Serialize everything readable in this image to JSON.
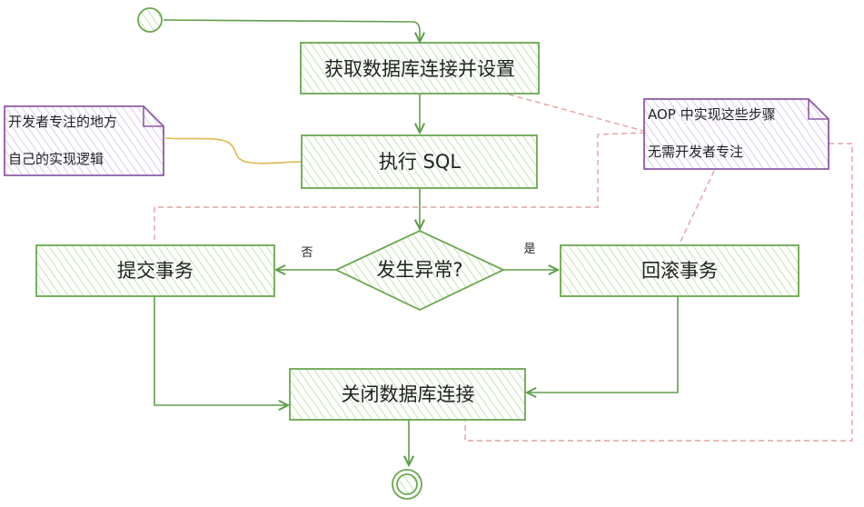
{
  "nodes": {
    "get_connection": "获取数据库连接并设置",
    "execute_sql": "执行 SQL",
    "exception_check": "发生异常?",
    "commit": "提交事务",
    "rollback": "回滚事务",
    "close_connection": "关闭数据库连接"
  },
  "branches": {
    "no": "否",
    "yes": "是"
  },
  "notes": {
    "developer": [
      "开发者专注的地方",
      "自己的实现逻辑"
    ],
    "aop": [
      "AOP 中实现这些步骤",
      "无需开发者专注"
    ]
  },
  "colors": {
    "box_stroke": "#6aa84f",
    "box_hatch": "#d6ebc9",
    "note_stroke": "#8e5aa8",
    "note_hatch": "#e2d6ec",
    "aop_dash": "#e6a0a0",
    "dev_link": "#e2b84a",
    "arrow": "#5f9e4a"
  }
}
